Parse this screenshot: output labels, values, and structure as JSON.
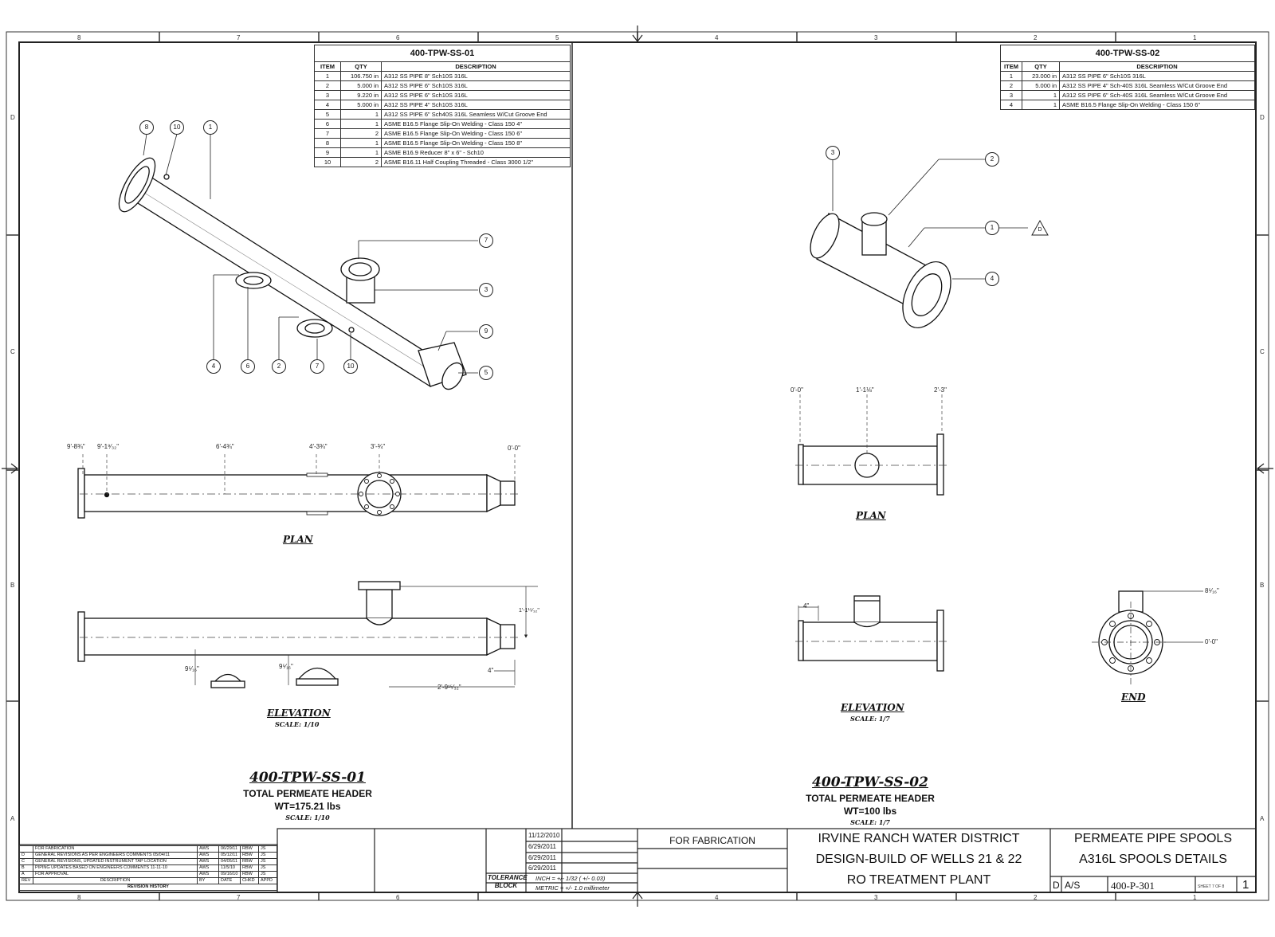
{
  "sheet": {
    "zone_cols_top": [
      "8",
      "7",
      "6",
      "5",
      "4",
      "3",
      "2",
      "1"
    ],
    "zone_rows": [
      "D",
      "C",
      "B",
      "A"
    ]
  },
  "left": {
    "bom": {
      "title": "400-TPW-SS-01",
      "headers": [
        "ITEM",
        "QTY",
        "DESCRIPTION"
      ],
      "rows": [
        {
          "item": "1",
          "qty": "106.750 in",
          "desc": "A312 SS PIPE 8\" Sch10S 316L"
        },
        {
          "item": "2",
          "qty": "5.000 in",
          "desc": "A312 SS PIPE 6\" Sch10S 316L"
        },
        {
          "item": "3",
          "qty": "9.220 in",
          "desc": "A312 SS PIPE 6\" Sch10S 316L"
        },
        {
          "item": "4",
          "qty": "5.000 in",
          "desc": "A312 SS PIPE 4\" Sch10S 316L"
        },
        {
          "item": "5",
          "qty": "1",
          "desc": "A312 SS PIPE 6\" Sch40S 316L Seamless W/Cut Groove End"
        },
        {
          "item": "6",
          "qty": "1",
          "desc": "ASME B16.5 Flange Slip-On Welding - Class 150 4\""
        },
        {
          "item": "7",
          "qty": "2",
          "desc": "ASME B16.5 Flange Slip-On Welding - Class 150 6\""
        },
        {
          "item": "8",
          "qty": "1",
          "desc": "ASME B16.5 Flange Slip-On Welding - Class 150 8\""
        },
        {
          "item": "9",
          "qty": "1",
          "desc": "ASME B16.9 Reducer 8\" x 6\" - Sch10"
        },
        {
          "item": "10",
          "qty": "2",
          "desc": "ASME B16.11 Half Coupling Threaded - Class 3000 1/2\""
        }
      ]
    },
    "iso_balloons": [
      "8",
      "10",
      "1",
      "7",
      "3",
      "9",
      "5",
      "4",
      "6",
      "2",
      "7",
      "10"
    ],
    "plan_label": "PLAN",
    "plan_dims": [
      "9'-8¾\"",
      "9'-1⁹⁄₃₂\"",
      "6'-4¾\"",
      "4'-3¾\"",
      "3'-¾\"",
      "0'-0\""
    ],
    "elevation_label": "ELEVATION",
    "elevation_scale": "SCALE: 1/10",
    "elev_dims": [
      "1'-1¹⁵⁄₃₂\"",
      "9⁵⁄₁₆\"",
      "9⁵⁄₁₆\"",
      "4\"",
      "2'-9¹⁵⁄₃₂\""
    ],
    "title": {
      "no": "400-TPW-SS-01",
      "name": "TOTAL PERMEATE HEADER",
      "wt": "WT=175.21 lbs",
      "scale": "SCALE: 1/10"
    }
  },
  "right": {
    "bom": {
      "title": "400-TPW-SS-02",
      "headers": [
        "ITEM",
        "QTY",
        "DESCRIPTION"
      ],
      "rows": [
        {
          "item": "1",
          "qty": "23.000 in",
          "desc": "A312 SS PIPE 6\" Sch10S 316L"
        },
        {
          "item": "2",
          "qty": "5.000 in",
          "desc": "A312 SS PIPE 4\" Sch-40S 316L Seamless W/Cut Groove End"
        },
        {
          "item": "3",
          "qty": "1",
          "desc": "A312 SS PIPE 6\" Sch-40S 316L Seamless W/Cut Groove End"
        },
        {
          "item": "4",
          "qty": "1",
          "desc": "ASME B16.5 Flange Slip-On Welding - Class 150 6\""
        }
      ]
    },
    "iso_balloons": [
      "3",
      "2",
      "1",
      "4"
    ],
    "delta": "D",
    "plan_label": "PLAN",
    "plan_dims": [
      "0'-0\"",
      "1'-1⅛\"",
      "2'-3\""
    ],
    "elevation_label": "ELEVATION",
    "elevation_scale": "SCALE: 1/7",
    "elev_dims": [
      "4\""
    ],
    "end_label": "END",
    "end_dims": [
      "8⁵⁄₁₆\"",
      "0'-0\""
    ],
    "title": {
      "no": "400-TPW-SS-02",
      "name": "TOTAL PERMEATE HEADER",
      "wt": "WT=100 lbs",
      "scale": "SCALE: 1/7"
    }
  },
  "revisions": {
    "rows": [
      {
        "rev": "",
        "desc": "FOR FABRICATION",
        "by": "AWS",
        "date": "06/29/11",
        "chkd": "RBW",
        "appd": "JS"
      },
      {
        "rev": "D",
        "desc": "GENERAL REVISIONS AS PER ENGINEERS COMMENTS 05/04/11",
        "by": "AWS",
        "date": "05/12/11",
        "chkd": "RBW",
        "appd": "JS"
      },
      {
        "rev": "C",
        "desc": "GENERAL REVISIONS, UPDATED INSTRUMENT TAP LOCATION",
        "by": "AWS",
        "date": "04/05/11",
        "chkd": "RBW",
        "appd": "JS"
      },
      {
        "rev": "B",
        "desc": "PIPING UPDATES BASED ON ENGINEERS COMMENTS 11-11-10",
        "by": "AWS",
        "date": "11/5/10",
        "chkd": "RBW",
        "appd": "JS"
      },
      {
        "rev": "A",
        "desc": "FOR APPROVAL",
        "by": "AWS",
        "date": "09/16/10",
        "chkd": "RBW",
        "appd": "JS"
      }
    ],
    "header": {
      "rev": "REV",
      "desc": "DESCRIPTION",
      "by": "BY",
      "date": "DATE",
      "chkd": "CHKD",
      "appd": "APPD"
    },
    "title": "REVISION HISTORY"
  },
  "titleblock": {
    "dates": [
      "11/12/2010",
      "6/29/2011",
      "6/29/2011",
      "6/29/2011"
    ],
    "tolerance_label": "TOLERANCE BLOCK",
    "tol_inch": "INCH = +/- 1/32 ( +/- 0.03)",
    "tol_metric": "METRIC = +/- 1.0 millimeter",
    "status": "FOR FABRICATION",
    "client_line1": "IRVINE RANCH WATER DISTRICT",
    "client_line2": "DESIGN-BUILD OF WELLS 21 & 22",
    "client_line3": "RO TREATMENT PLANT",
    "sheet_title1": "PERMEATE PIPE SPOOLS",
    "sheet_title2": "A316L SPOOLS DETAILS",
    "size": "D",
    "scale": "A/S",
    "dwg_no": "400-P-301",
    "sheet": "SHEET 7 OF 8",
    "rev": "1"
  }
}
